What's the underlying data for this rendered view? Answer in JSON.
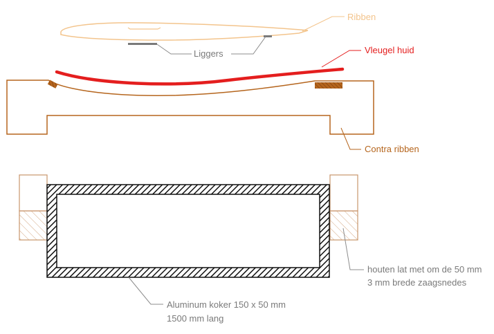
{
  "labels": {
    "ribs": "Ribben",
    "spars": "Liggers",
    "wing_skin": "Vleugel huid",
    "counter_ribs": "Contra ribben",
    "wood_batten_line1": "houten lat met om de 50 mm",
    "wood_batten_line2": "3 mm brede zaagsnedes",
    "alu_tube_line1": "Aluminum koker 150 x 50 mm",
    "alu_tube_line2": "1500 mm lang"
  },
  "colors": {
    "rib": "#f3c48c",
    "spar": "#7a7a7a",
    "skin": "#e41e1e",
    "counter_rib": "#b5651d",
    "wood": "#c8956b",
    "tube": "#111111",
    "leader": "#8c8c8c"
  }
}
